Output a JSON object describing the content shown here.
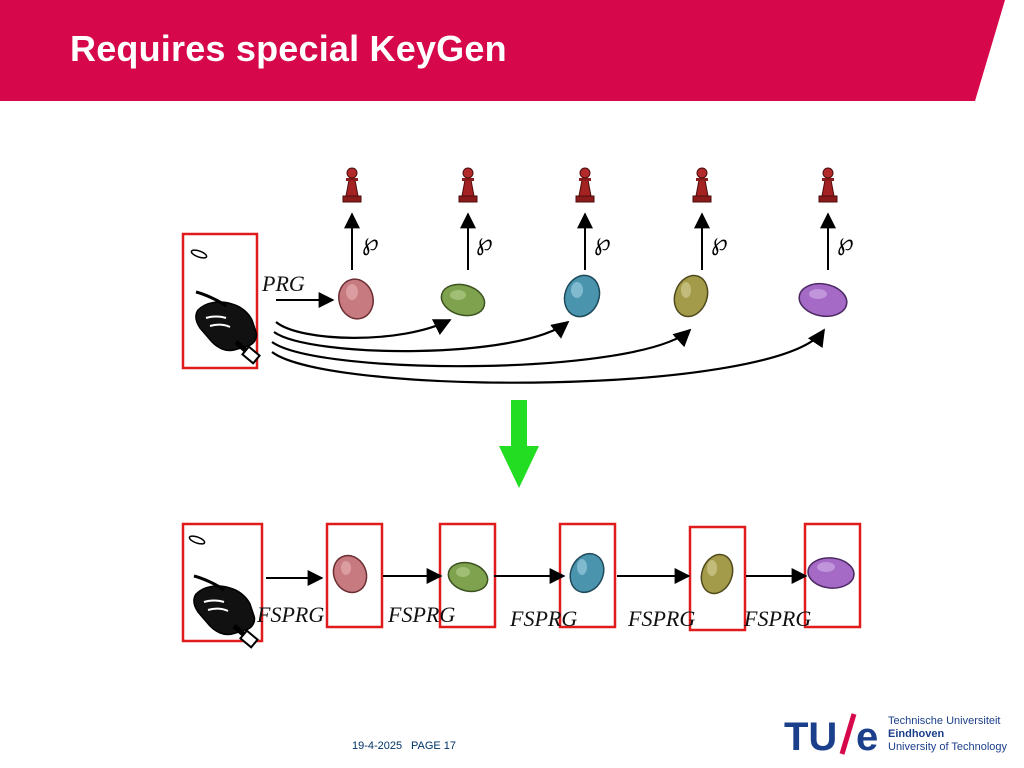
{
  "slide": {
    "title": "Requires special KeyGen",
    "accent_color": "#d6084b"
  },
  "diagram": {
    "top": {
      "label": "PRG",
      "key_icons": [
        "key-icon-pink",
        "key-icon-green",
        "key-icon-blue",
        "key-icon-olive",
        "key-icon-purple"
      ],
      "reader_icons": [
        "pawn-icon",
        "pawn-icon",
        "pawn-icon",
        "pawn-icon",
        "pawn-icon"
      ],
      "script_glyphs": [
        "℘",
        "℘",
        "℘",
        "℘",
        "℘"
      ]
    },
    "transition_arrow": "green-down-arrow",
    "bottom": {
      "labels": [
        "FSPRG",
        "FSPRG",
        "FSPRG",
        "FSPRG",
        "FSPRG"
      ]
    },
    "key_colors": [
      "#c77a80",
      "#7fa24e",
      "#4a94ae",
      "#a39a4a",
      "#a46ac6"
    ]
  },
  "footer": {
    "date": "19-4-2025",
    "page": "PAGE 17"
  },
  "logo": {
    "wordmark_left": "TU",
    "wordmark_right": "e",
    "line1": "Technische Universiteit",
    "line2": "Eindhoven",
    "line3": "University of Technology"
  }
}
